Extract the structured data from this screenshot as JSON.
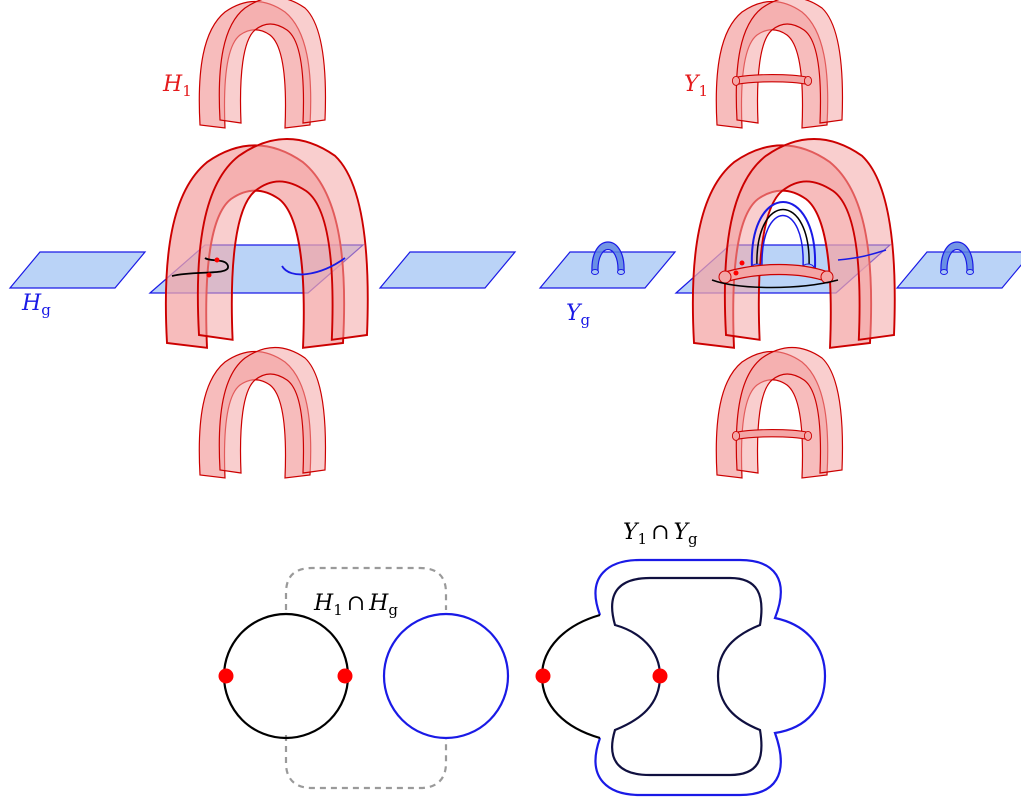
{
  "labels": {
    "h1": {
      "base": "H",
      "sub": "1"
    },
    "hg": {
      "base": "H",
      "sub": "g"
    },
    "y1": {
      "base": "Y",
      "sub": "1"
    },
    "yg": {
      "base": "Y",
      "sub": "g"
    },
    "h_intersection": {
      "a": "H",
      "a_sub": "1",
      "op": "∩",
      "b": "H",
      "b_sub": "g"
    },
    "y_intersection": {
      "a": "Y",
      "a_sub": "1",
      "op": "∩",
      "b": "Y",
      "b_sub": "g"
    }
  },
  "colors": {
    "handle_fill": "#f4a6a6",
    "handle_stroke": "#cc0000",
    "plane_fill": "#a9c8f5",
    "plane_stroke": "#1a1ae6",
    "curve_blue": "#1a1ae6",
    "curve_black": "#000000",
    "curve_navy": "#101040",
    "dot_red": "#ff0000",
    "dashed_gray": "#9a9a9a"
  }
}
